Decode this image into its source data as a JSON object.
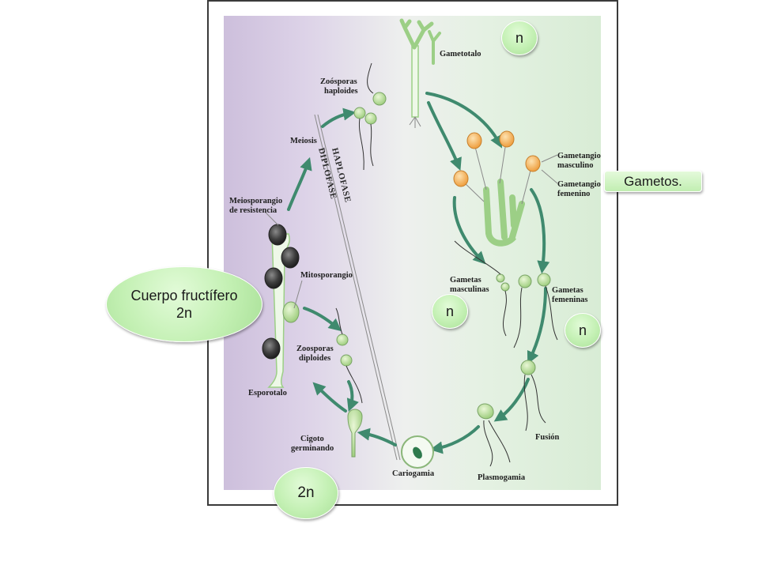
{
  "diagram": {
    "phases": {
      "haploid": "HAPLOFASE",
      "diploid": "DIPLOFASE"
    },
    "labels": {
      "gametotalo": "Gametotalo",
      "zoosporas_haploides_1": "Zoósporas",
      "zoosporas_haploides_2": "haploides",
      "meiosis": "Meiosis",
      "gametangio_masculino_1": "Gametangio",
      "gametangio_masculino_2": "masculino",
      "gametangio_femenino_1": "Gametangio",
      "gametangio_femenino_2": "femenino",
      "meiosporangio_1": "Meiosporangio",
      "meiosporangio_2": "de resistencia",
      "mitosporangio": "Mitosporangio",
      "gametas_masculinas_1": "Gametas",
      "gametas_masculinas_2": "masculinas",
      "gametas_femeninas_1": "Gametas",
      "gametas_femeninas_2": "femeninas",
      "zoosporas_diploides_1": "Zoosporas",
      "zoosporas_diploides_2": "diploides",
      "esporotalo": "Esporotalo",
      "fusion": "Fusión",
      "cigoto_1": "Cigoto",
      "cigoto_2": "germinando",
      "cariogamia": "Cariogamia",
      "plasmogamia": "Plasmogamia"
    }
  },
  "callouts": {
    "n_top": "n",
    "gametos": "Gametos.",
    "cuerpo": "Cuerpo fructífero 2n",
    "n_left": "n",
    "n_right": "n",
    "two_n": "2n"
  },
  "colors": {
    "arrow": "#3f8a6e",
    "bubble_fill": "#c3f0b3",
    "thallus": "#eef8e8",
    "sporangium_male": "#f3b452",
    "sporangium_dark": "#4a4a4a"
  }
}
